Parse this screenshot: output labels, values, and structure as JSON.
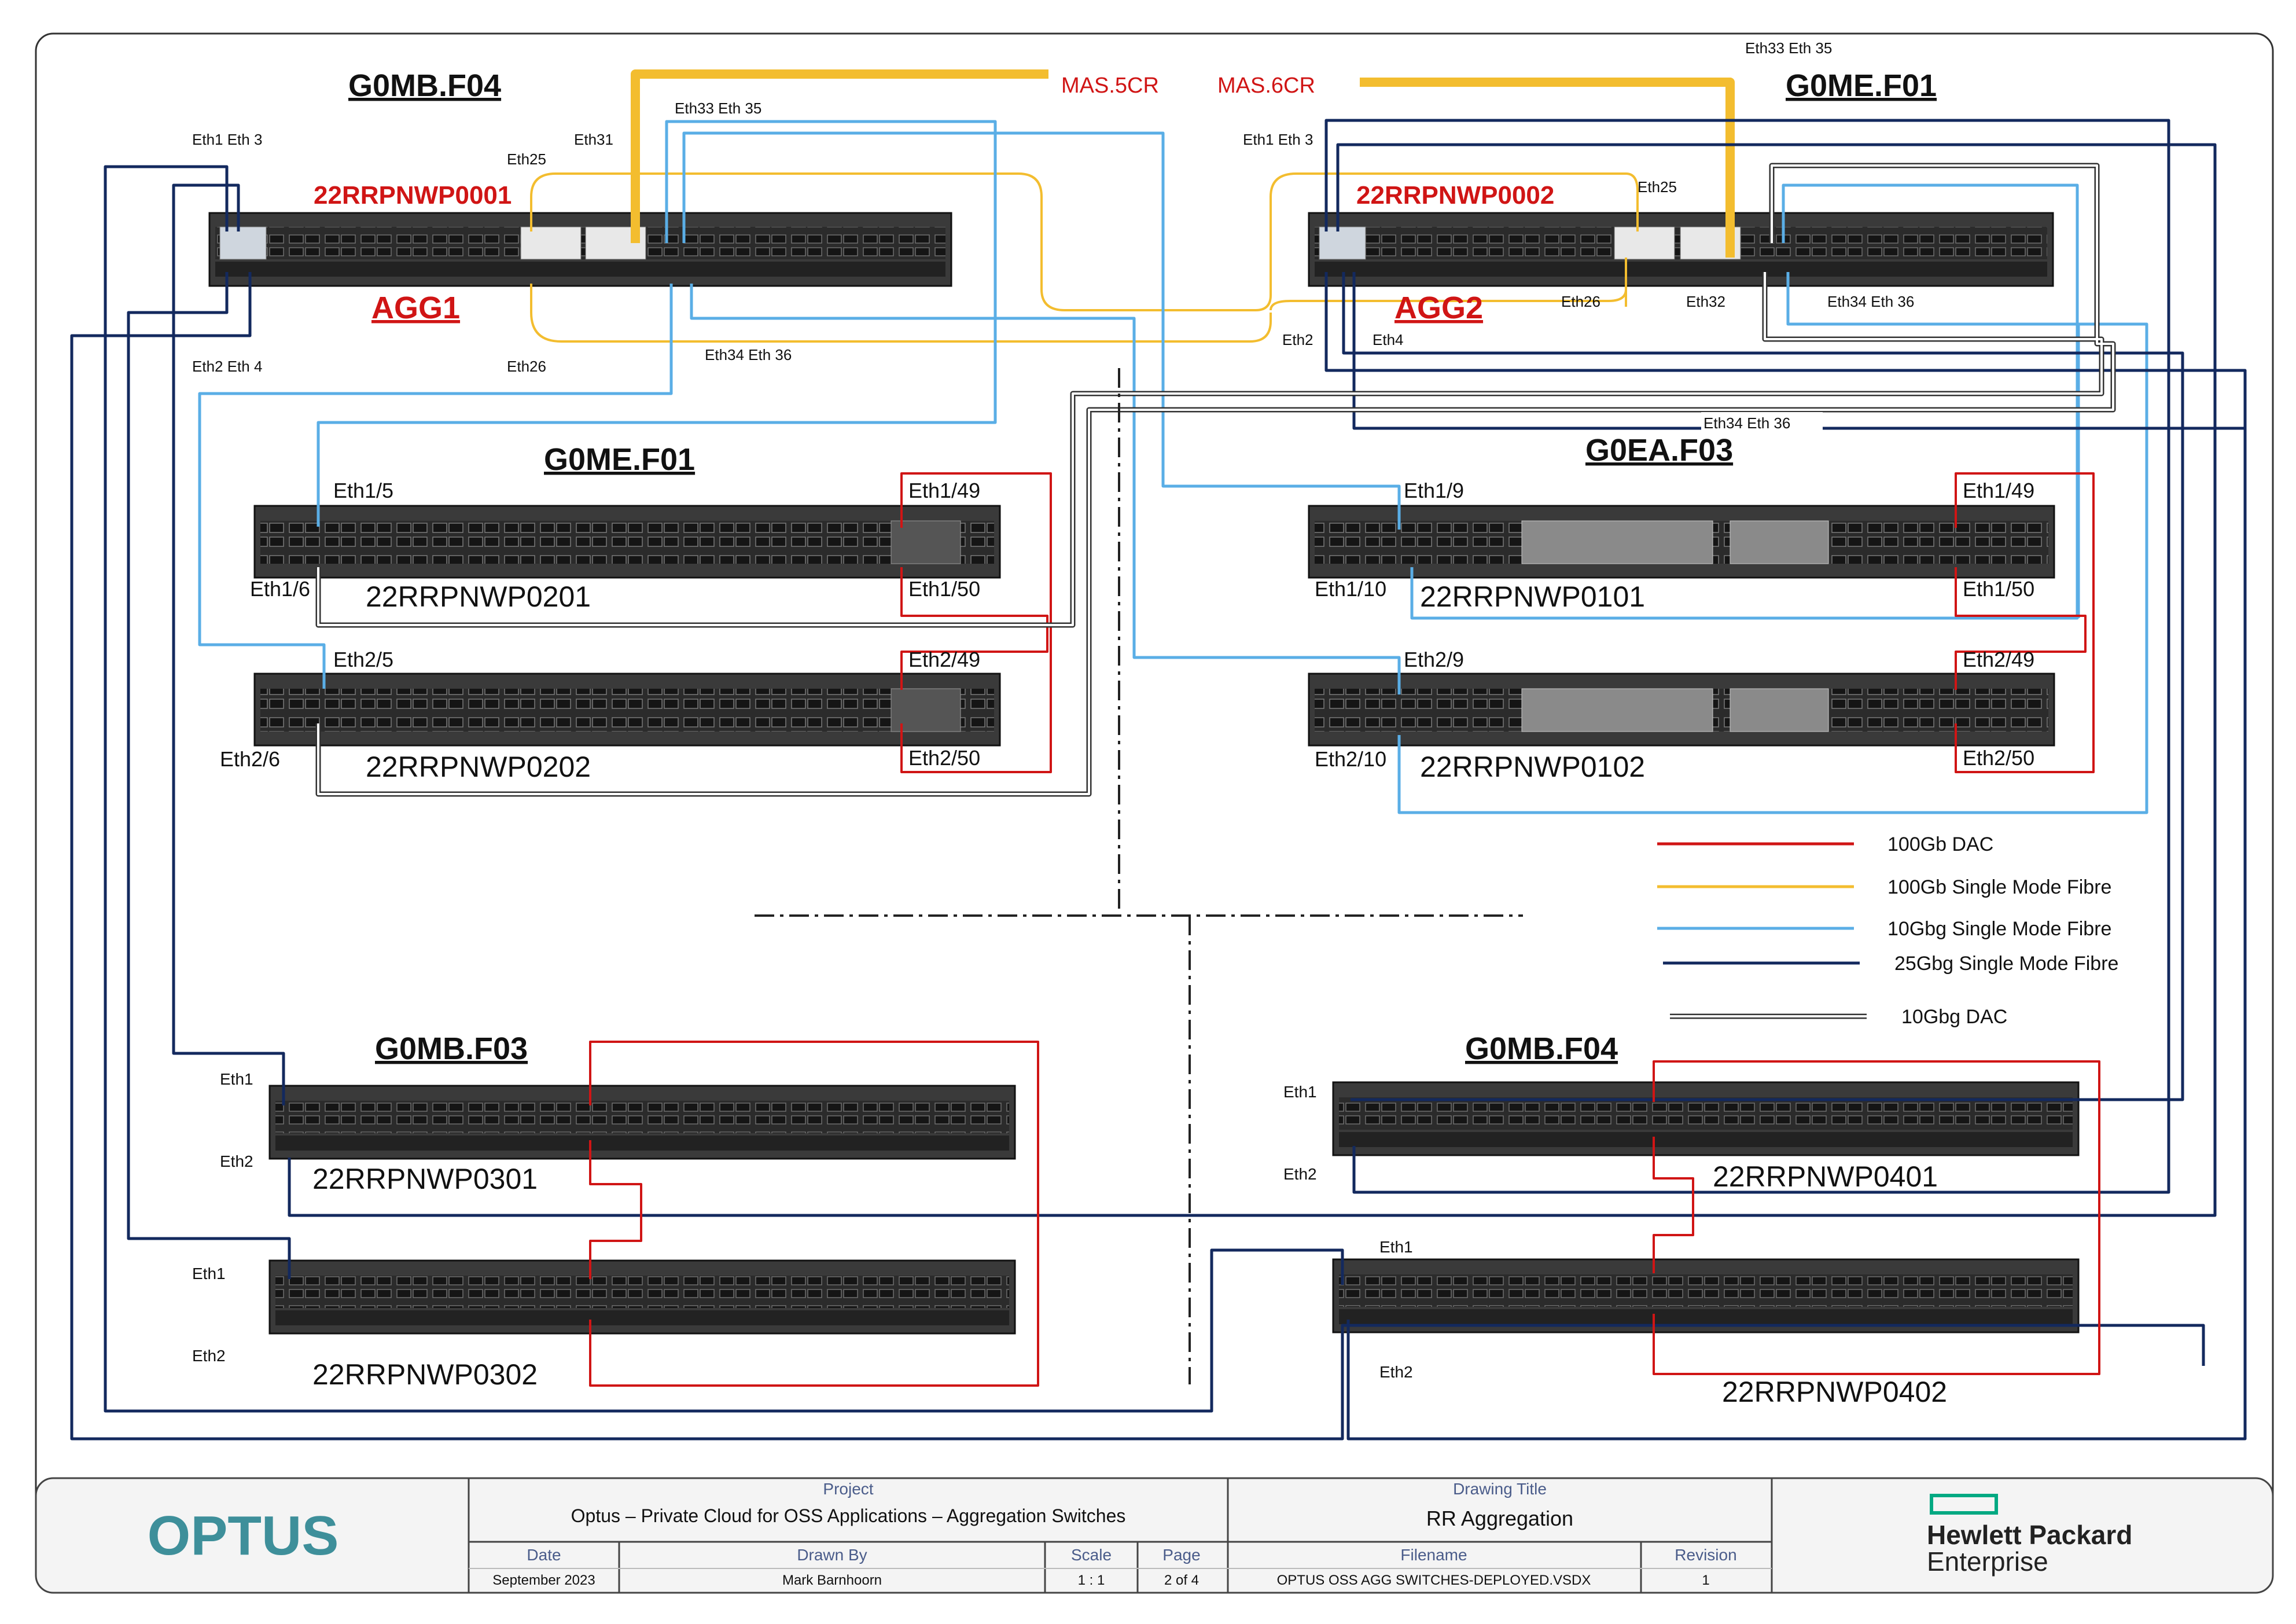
{
  "sites": {
    "agg_site_left": "G0MB.F04",
    "agg_site_right": "G0ME.F01",
    "mid_left": "G0ME.F01",
    "mid_right": "G0EA.F03",
    "bot_left": "G0MB.F03",
    "bot_right": "G0MB.F04"
  },
  "agg": {
    "left": {
      "serial": "22RRPNWP0001",
      "role": "AGG1"
    },
    "right": {
      "serial": "22RRPNWP0002",
      "role": "AGG2"
    }
  },
  "racks": {
    "mas5": "MAS.5CR",
    "mas6": "MAS.6CR"
  },
  "switches": {
    "s0201": "22RRPNWP0201",
    "s0202": "22RRPNWP0202",
    "s0101": "22RRPNWP0101",
    "s0102": "22RRPNWP0102",
    "s0301": "22RRPNWP0301",
    "s0302": "22RRPNWP0302",
    "s0401": "22RRPNWP0401",
    "s0402": "22RRPNWP0402"
  },
  "ports": {
    "agg1_eth1_3": "Eth1 Eth 3",
    "agg1_eth2_4": "Eth2 Eth 4",
    "agg1_eth25": "Eth25",
    "agg1_eth26": "Eth26",
    "agg1_eth31": "Eth31",
    "agg1_eth33_35": "Eth33 Eth 35",
    "agg1_eth34_36": "Eth34 Eth 36",
    "agg2_eth1_3": "Eth1 Eth 3",
    "agg2_eth25": "Eth25",
    "agg2_eth26": "Eth26",
    "agg2_eth32": "Eth32",
    "agg2_eth33_35": "Eth33 Eth 35",
    "agg2_eth34_36": "Eth34 Eth 36",
    "agg2_eth2": "Eth2",
    "agg2_eth4": "Eth4",
    "mid_eth34_36": "Eth34 Eth 36",
    "s0201_a": "Eth1/5",
    "s0201_b": "Eth1/6",
    "s0201_c": "Eth1/49",
    "s0201_d": "Eth1/50",
    "s0202_a": "Eth2/5",
    "s0202_b": "Eth2/6",
    "s0202_c": "Eth2/49",
    "s0202_d": "Eth2/50",
    "s0101_a": "Eth1/9",
    "s0101_b": "Eth1/10",
    "s0101_c": "Eth1/49",
    "s0101_d": "Eth1/50",
    "s0102_a": "Eth2/9",
    "s0102_b": "Eth2/10",
    "s0102_c": "Eth2/49",
    "s0102_d": "Eth2/50",
    "s0301_eth1": "Eth1",
    "s0301_eth2": "Eth2",
    "s0302_eth1": "Eth1",
    "s0302_eth2": "Eth2",
    "s0401_eth1": "Eth1",
    "s0401_eth2": "Eth2",
    "s0402_eth1": "Eth1",
    "s0402_eth2": "Eth2"
  },
  "legend": {
    "items": [
      {
        "label": "100Gb DAC",
        "color": "#d01515"
      },
      {
        "label": "100Gb Single Mode Fibre",
        "color": "#f3bd2f"
      },
      {
        "label": "10Gbg Single Mode Fibre",
        "color": "#5aaee6"
      },
      {
        "label": "25Gbg Single Mode Fibre",
        "color": "#13295e"
      },
      {
        "label": "10Gbg DAC",
        "color": "#333333"
      }
    ]
  },
  "titleblock": {
    "logo_left": "OPTUS",
    "project_label": "Project",
    "project_value": "Optus – Private Cloud for OSS Applications – Aggregation Switches",
    "drawing_title_label": "Drawing Title",
    "drawing_title_value": "RR Aggregation",
    "date_label": "Date",
    "date_value": "September 2023",
    "drawn_label": "Drawn By",
    "drawn_value": "Mark Barnhoorn",
    "scale_label": "Scale",
    "scale_value": "1 : 1",
    "page_label": "Page",
    "page_value": "2 of 4",
    "filename_label": "Filename",
    "filename_value": "OPTUS OSS AGG SWITCHES-DEPLOYED.VSDX",
    "revision_label": "Revision",
    "revision_value": "1",
    "logo_right_line1": "Hewlett Packard",
    "logo_right_line2": "Enterprise"
  },
  "colors": {
    "dac100": "#d01515",
    "smf100": "#f3bd2f",
    "smf10": "#5aaee6",
    "smf25": "#13295e",
    "dac10": "#333333",
    "red_text": "#d01515",
    "optus_teal": "#3e8f9a",
    "hpe_green": "#01a982"
  }
}
